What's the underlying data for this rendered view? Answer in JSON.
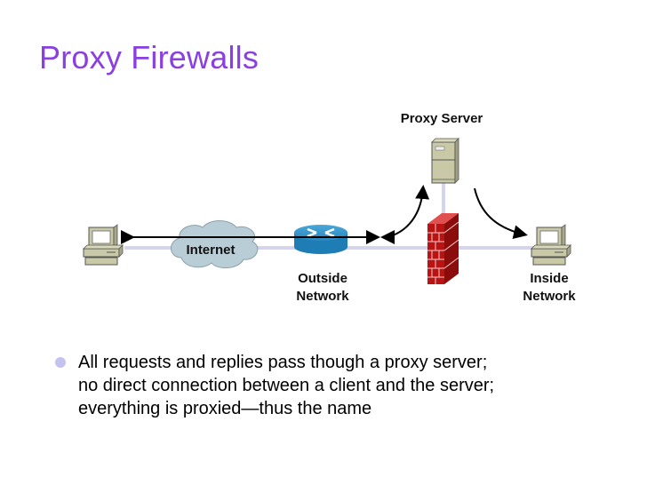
{
  "slide": {
    "title": "Proxy Firewalls",
    "accent_color": "#8a3fe0"
  },
  "diagram": {
    "nodes": {
      "proxy_server": {
        "label": "Proxy Server",
        "icon": "server-icon"
      },
      "internet": {
        "label": "Internet",
        "icon": "cloud-icon"
      },
      "router": {
        "label_line1": "Outside",
        "label_line2": "Network",
        "icon": "router-icon"
      },
      "firewall": {
        "icon": "brick-firewall-icon"
      },
      "outside_client": {
        "icon": "workstation-icon"
      },
      "inside_client": {
        "label_line1": "Inside",
        "label_line2": "Network",
        "icon": "workstation-icon"
      }
    }
  },
  "bullets": [
    {
      "line1": "All requests and replies pass though a proxy server;",
      "line2": "no direct connection between a client and the server;",
      "line3": "everything is proxied—thus the name"
    }
  ]
}
